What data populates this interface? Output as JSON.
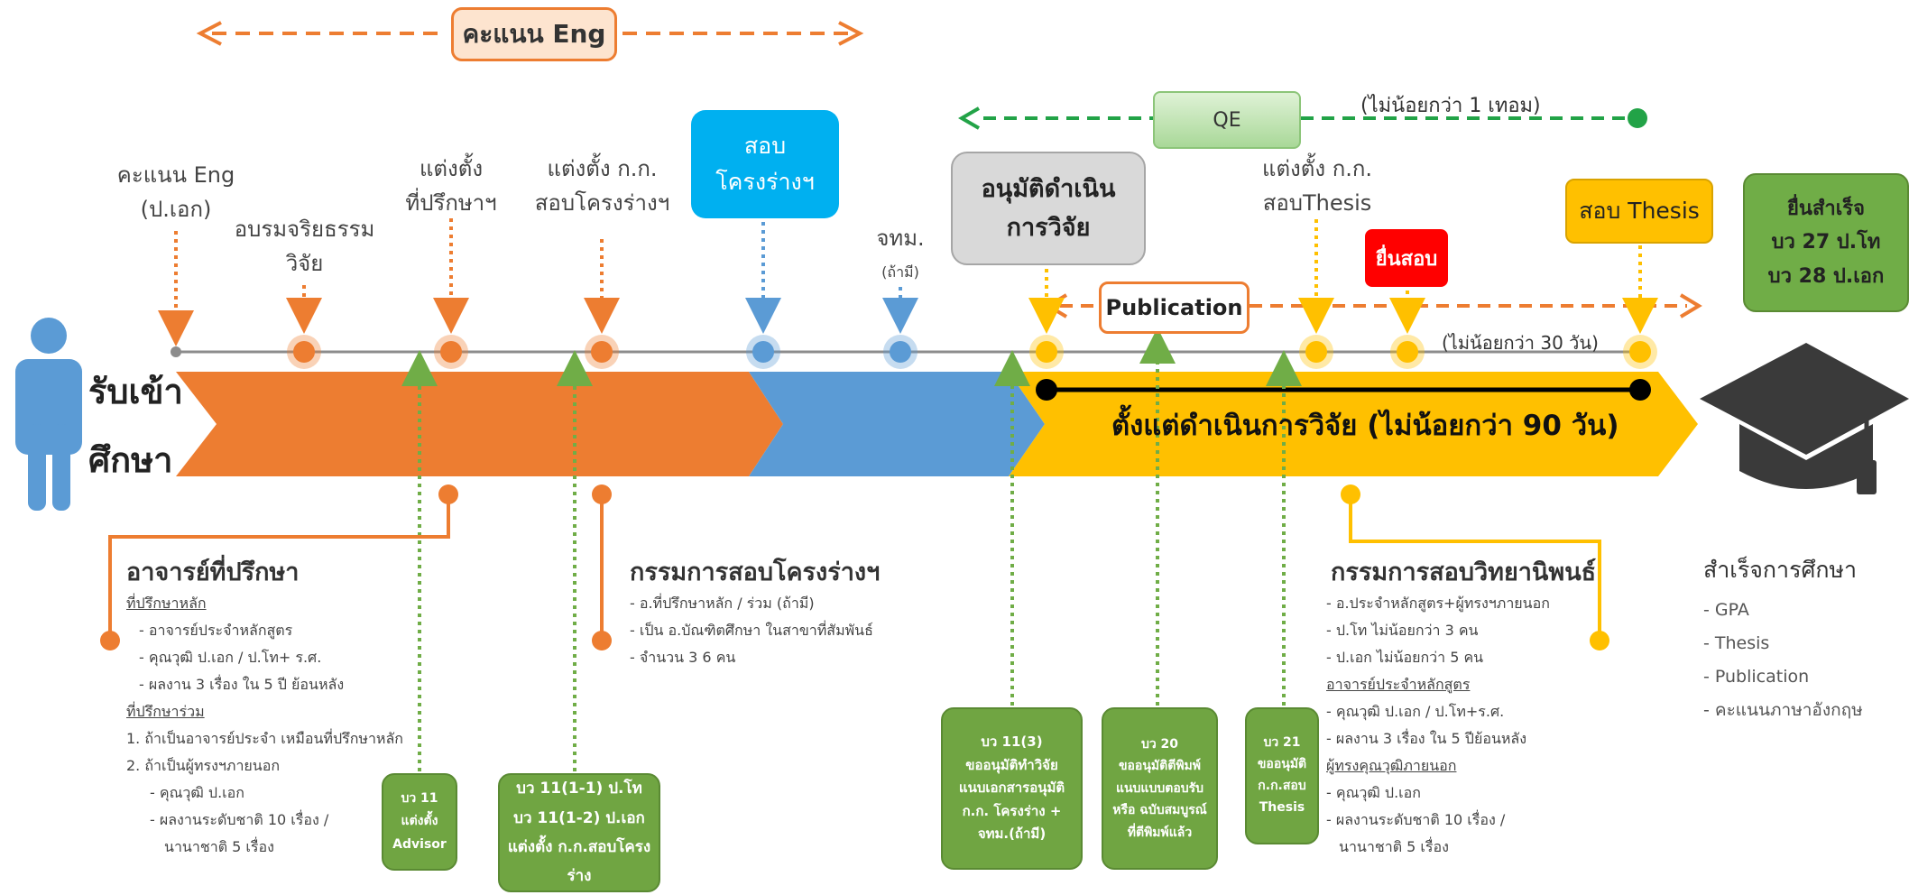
{
  "colors": {
    "orange": "#ed7d31",
    "blue": "#5b9bd5",
    "yellow": "#ffc000",
    "green": "#70ad47",
    "dark_green": "#22a347",
    "red": "#ff0000",
    "gray": "#7f7f7f"
  },
  "top_bar": {
    "eng_score": "คะแนน Eng"
  },
  "qe": {
    "label": "QE",
    "note": "(ไม่น้อยกว่า 1 เทอม)"
  },
  "milestones": {
    "eng": "คะแนน Eng\n(ป.เอก)",
    "ethics": "อบรมจริยธรรม\nวิจัย",
    "advisor": "แต่งตั้ง\nที่ปรึกษาฯ",
    "proposal_committee": "แต่งตั้ง ก.ก.\nสอบโครงร่างฯ",
    "proposal_exam": "สอบ\nโครงร่างฯ",
    "ethics_committee": "จทม.",
    "ethics_committee_note": "(ถ้ามี)",
    "approve_research": "อนุมัติดำเนิน\nการวิจัย",
    "thesis_committee": "แต่งตั้ง ก.ก.\nสอบThesis",
    "submit_exam": "ยื่นสอบ",
    "thesis_exam": "สอบ Thesis",
    "graduate_submit": "ยื่นสำเร็จ\nบว 27 ป.โท\nบว 28 ป.เอก"
  },
  "publication": {
    "label": "Publication",
    "note": "(ไม่น้อยกว่า 30 วัน)"
  },
  "admission": {
    "line1": "รับเข้า",
    "line2": "ศึกษา"
  },
  "research_period": "ตั้งแต่ดำเนินการวิจัย (ไม่น้อยกว่า 90 วัน)",
  "advisor_section": {
    "title": "อาจารย์ที่ปรึกษา",
    "lines": [
      "ที่ปรึกษาหลัก",
      "- อาจารย์ประจำหลักสูตร",
      "- คุณวุฒิ ป.เอก / ป.โท+ ร.ศ.",
      "- ผลงาน 3 เรื่อง ใน 5 ปี ย้อนหลัง",
      "ที่ปรึกษาร่วม",
      "1. ถ้าเป็นอาจารย์ประจำ เหมือนที่ปรึกษาหลัก",
      "2. ถ้าเป็นผู้ทรงฯภายนอก",
      "- คุณวุฒิ ป.เอก",
      "- ผลงานระดับชาติ 10 เรื่อง /",
      "นานาชาติ 5 เรื่อง"
    ]
  },
  "proposal_section": {
    "title": "กรรมการสอบโครงร่างฯ",
    "lines": [
      "- อ.ที่ปรึกษาหลัก / ร่วม (ถ้ามี)",
      "- เป็น อ.บัณฑิตศึกษา ในสาขาที่สัมพันธ์",
      "- จำนวน 3 6 คน"
    ]
  },
  "thesis_section": {
    "title": "กรรมการสอบวิทยานิพนธ์",
    "lines": [
      "- อ.ประจำหลักสูตร+ผู้ทรงฯภายนอก",
      "- ป.โท ไม่น้อยกว่า 3 คน",
      "- ป.เอก ไม่น้อยกว่า 5 คน",
      "อาจารย์ประจำหลักสูตร",
      "- คุณวุฒิ ป.เอก / ป.โท+ร.ศ.",
      "- ผลงาน 3 เรื่อง ใน 5 ปีย้อนหลัง",
      "ผู้ทรงคุณวุฒิภายนอก",
      "- คุณวุฒิ ป.เอก",
      "- ผลงานระดับชาติ 10 เรื่อง /",
      "นานาชาติ 5 เรื่อง"
    ]
  },
  "graduation": {
    "title": "สำเร็จการศึกษา",
    "items": [
      "- GPA",
      "- Thesis",
      "- Publication",
      "- คะแนนภาษาอังกฤษ"
    ]
  },
  "forms": {
    "bw11": "บว 11\nแต่งตั้ง\nAdvisor",
    "bw11_1": "บว 11(1-1) ป.โท\nบว 11(1-2) ป.เอก\nแต่งตั้ง ก.ก.สอบโครงร่าง",
    "bw11_3": "บว 11(3)\nขออนุมัติทำวิจัย\nแนบเอกสารอนุมัติ\nก.ก. โครงร่าง +\nจทม.(ถ้ามี)",
    "bw20": "บว 20\nขออนุมัติตีพิมพ์\nแนบแบบตอบรับ\nหรือ ฉบับสมบูรณ์\nที่ตีพิมพ์แล้ว",
    "bw21": "บว 21\nขออนุมัติ\nก.ก.สอบ\nThesis"
  }
}
